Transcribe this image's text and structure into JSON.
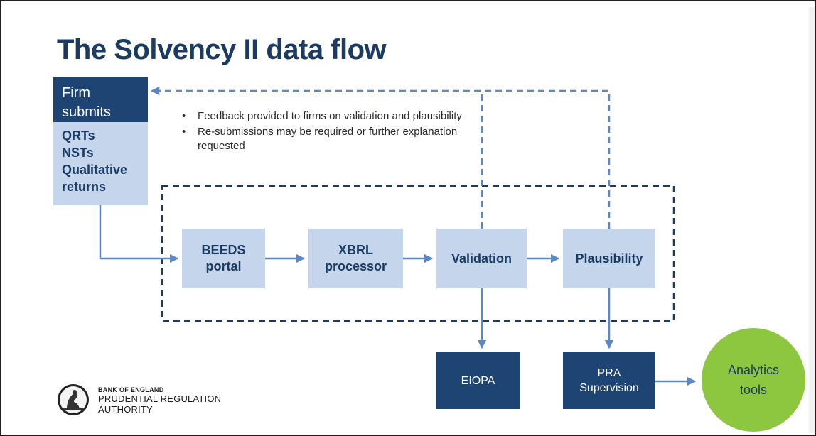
{
  "title": "The Solvency II data flow",
  "firm": {
    "header": [
      "Firm",
      "submits"
    ],
    "items": [
      "QRTs",
      "NSTs",
      "Qualitative",
      "returns"
    ]
  },
  "feedback_notes": [
    "Feedback provided to firms on validation and plausibility",
    "Re-submissions may be required or further explanation requested"
  ],
  "process_steps": {
    "beeds": [
      "BEEDS",
      "portal"
    ],
    "xbrl": [
      "XBRL",
      "processor"
    ],
    "validation": [
      "Validation"
    ],
    "plausibility": [
      "Plausibility"
    ]
  },
  "outputs": {
    "eiopa": [
      "EIOPA"
    ],
    "pra": [
      "PRA",
      "Supervision"
    ],
    "analytics": [
      "Analytics",
      "tools"
    ]
  },
  "logo": {
    "line1": "BANK OF ENGLAND",
    "line2": "PRUDENTIAL REGULATION",
    "line3": "AUTHORITY"
  },
  "colors": {
    "dark_blue": "#1d4473",
    "light_blue": "#c5d6ec",
    "arrow": "#5b87c5",
    "green": "#8dc63f",
    "title": "#1b3b63"
  }
}
